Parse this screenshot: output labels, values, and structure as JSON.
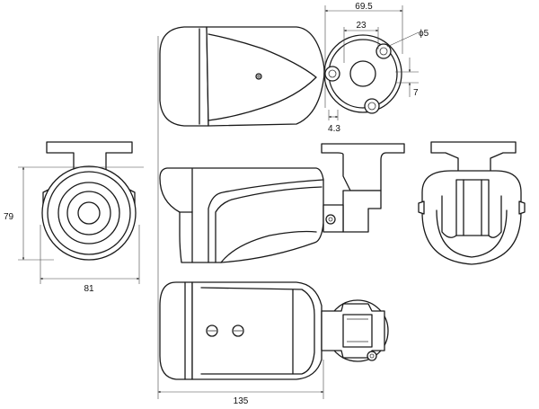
{
  "dimensions": {
    "top_width": "69.5",
    "bolt_spacing": "23",
    "hole_diameter": "ϕ5",
    "offset_vertical": "7",
    "offset_small": "4.3",
    "height": "79",
    "front_width": "81",
    "total_length": "135"
  },
  "colors": {
    "line": "#1a1a1a",
    "background": "#ffffff"
  }
}
